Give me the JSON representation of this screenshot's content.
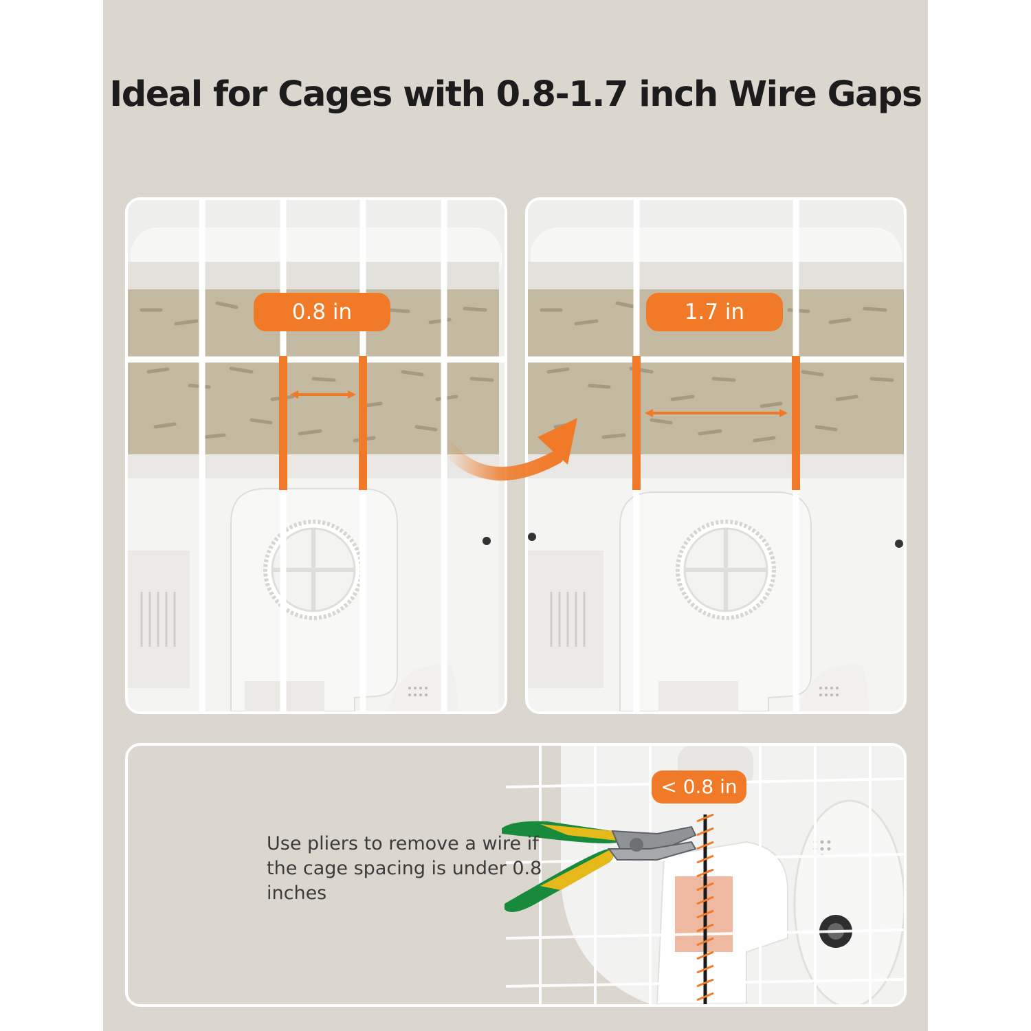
{
  "headline": "Ideal for Cages with 0.8-1.7 inch Wire Gaps",
  "panels": {
    "left": {
      "label": "0.8 in",
      "gap_inches": 0.8
    },
    "right": {
      "label": "1.7 in",
      "gap_inches": 1.7
    },
    "bottom": {
      "label": "< 0.8 in",
      "caption": "Use pliers to remove a wire if the cage spacing is under 0.8 inches"
    }
  },
  "icons": {
    "transition_arrow": "curved-arrow-icon",
    "tool": "pliers-icon",
    "dial": "dial-icon"
  },
  "colors": {
    "background": "#dbd6ce",
    "accent": "#f07a28",
    "panel_border": "#ffffff",
    "text_dark": "#1c1c1c",
    "pliers_green": "#178a3c",
    "pliers_yellow": "#e6b91b",
    "pellet": "#b6a98e"
  }
}
